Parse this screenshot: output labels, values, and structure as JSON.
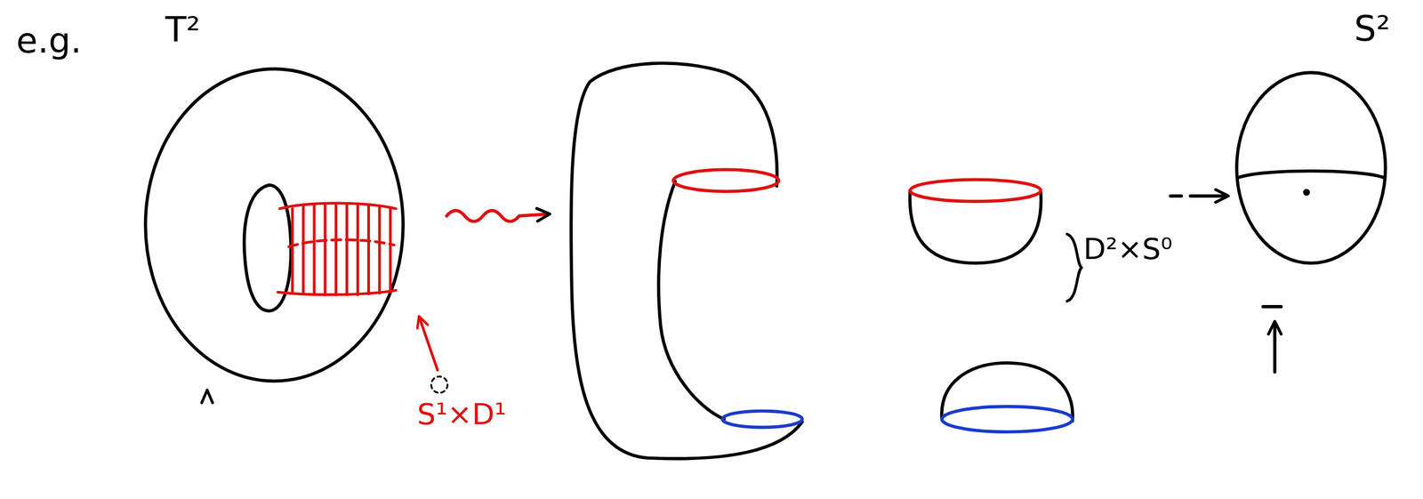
{
  "diagram": {
    "labels": [
      "e.g.",
      "T²",
      "S¹×D¹",
      "D²×S⁰",
      "S²"
    ]
  }
}
